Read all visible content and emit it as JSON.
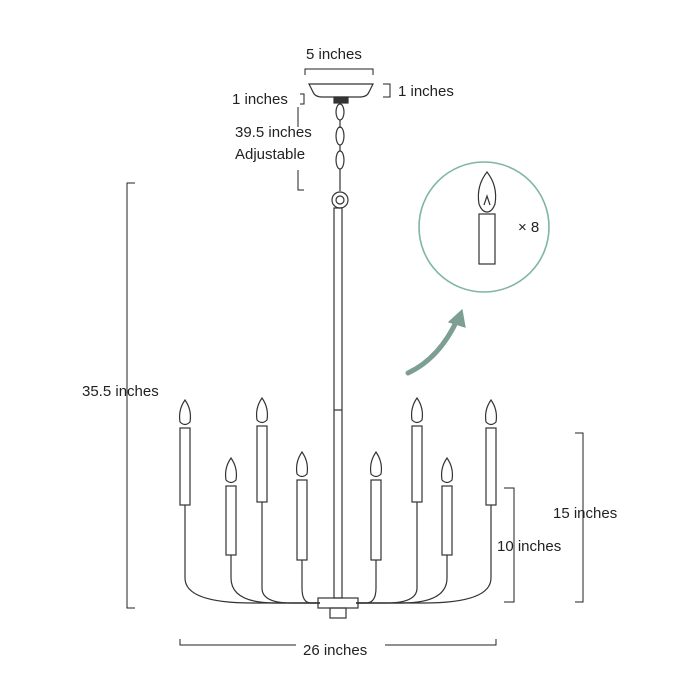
{
  "dimensions": {
    "canopy_width": "5 inches",
    "canopy_height": "1 inches",
    "canopy_gap": "1 inches",
    "chain_length": "39.5 inches",
    "chain_note": "Adjustable",
    "total_height": "35.5 inches",
    "outer_height": "15 inches",
    "inner_height": "10 inches",
    "width": "26 inches"
  },
  "bulb_callout": {
    "count_label": "× 8"
  },
  "colors": {
    "line": "#333333",
    "accent_circle": "#7fb5a3",
    "arrow": "#7d9e92"
  }
}
